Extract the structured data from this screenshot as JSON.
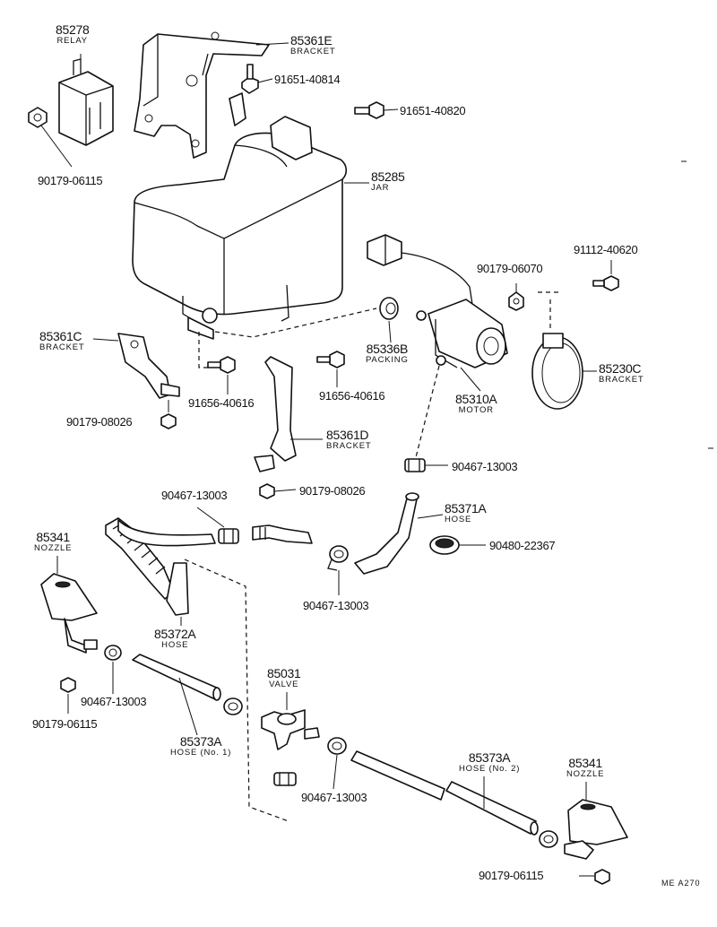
{
  "callouts": {
    "relay": {
      "pn": "85278",
      "name": "RELAY"
    },
    "bracket_e": {
      "pn": "85361E",
      "name": "BRACKET"
    },
    "bolt_40814": {
      "pn": "91651-40814"
    },
    "bolt_40820": {
      "pn": "91651-40820"
    },
    "nut_06115_top": {
      "pn": "90179-06115"
    },
    "jar": {
      "pn": "85285",
      "name": "JAR"
    },
    "nut_06070": {
      "pn": "90179-06070"
    },
    "bolt_40620": {
      "pn": "91112-40620"
    },
    "bracket_c": {
      "pn": "85361C",
      "name": "BRACKET"
    },
    "packing": {
      "pn": "85336B",
      "name": "PACKING"
    },
    "bracket_230c": {
      "pn": "85230C",
      "name": "BRACKET"
    },
    "bolt_40616_left": {
      "pn": "91656-40616"
    },
    "bolt_40616_mid": {
      "pn": "91656-40616"
    },
    "motor": {
      "pn": "85310A",
      "name": "MOTOR"
    },
    "nut_08026_left": {
      "pn": "90179-08026"
    },
    "bracket_d": {
      "pn": "85361D",
      "name": "BRACKET"
    },
    "clamp_13003_right": {
      "pn": "90467-13003"
    },
    "nut_08026_mid": {
      "pn": "90179-08026"
    },
    "clamp_13003_top": {
      "pn": "90467-13003"
    },
    "hose_371a": {
      "pn": "85371A",
      "name": "HOSE"
    },
    "nozzle_left": {
      "pn": "85341",
      "name": "NOZZLE"
    },
    "grommet_22367": {
      "pn": "90480-22367"
    },
    "clamp_13003_mid": {
      "pn": "90467-13003"
    },
    "hose_372a": {
      "pn": "85372A",
      "name": "HOSE"
    },
    "valve": {
      "pn": "85031",
      "name": "VALVE"
    },
    "clamp_13003_left": {
      "pn": "90467-13003"
    },
    "nut_06115_left": {
      "pn": "90179-06115"
    },
    "hose_373a_1": {
      "pn": "85373A",
      "name": "HOSE (No. 1)"
    },
    "hose_373a_2": {
      "pn": "85373A",
      "name": "HOSE (No. 2)"
    },
    "nozzle_right": {
      "pn": "85341",
      "name": "NOZZLE"
    },
    "clamp_13003_bottom": {
      "pn": "90467-13003"
    },
    "nut_06115_bottom": {
      "pn": "90179-06115"
    }
  },
  "diagram_code": "ME  A270"
}
